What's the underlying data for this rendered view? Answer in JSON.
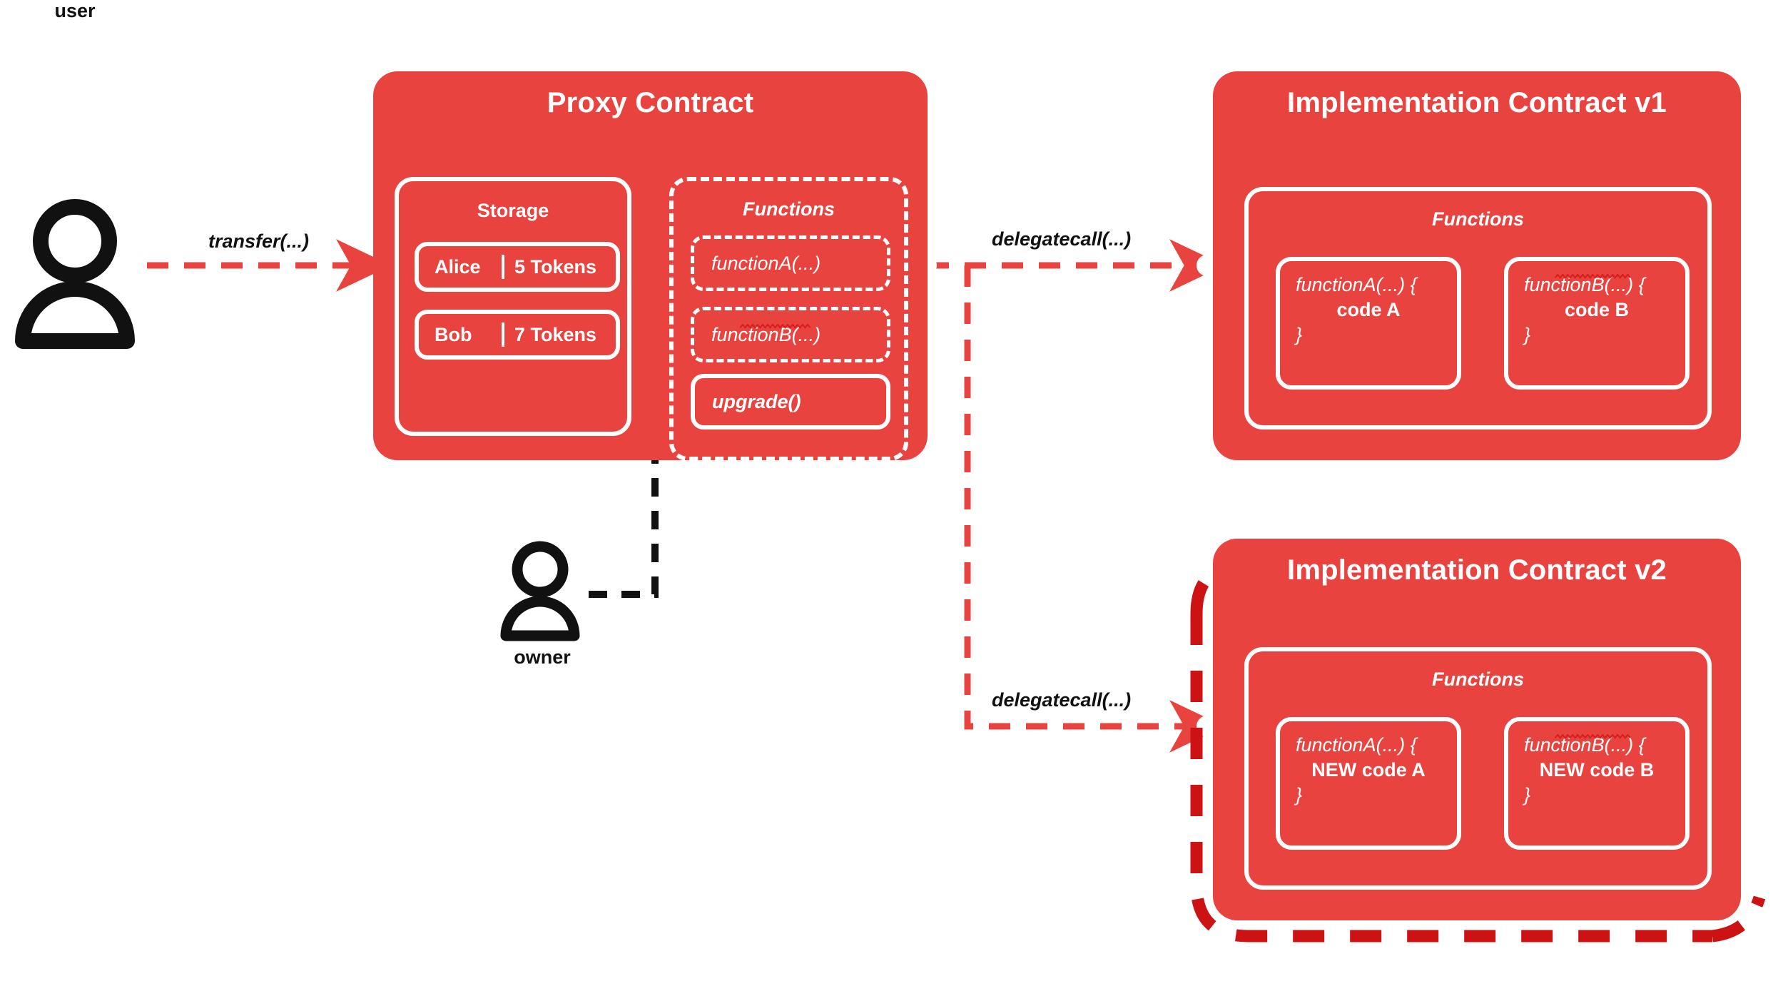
{
  "diagram": {
    "title_hidden": "",
    "colors": {
      "brand_red": "#e8433f",
      "highlight_red": "#cc1212",
      "white": "#ffffff",
      "black": "#111111",
      "background": "#ffffff"
    }
  },
  "actors": [
    {
      "id": "user",
      "label": "user",
      "icon": "person-icon"
    },
    {
      "id": "owner",
      "label": "owner",
      "icon": "person-icon"
    }
  ],
  "edges": [
    {
      "id": "transfer",
      "label": "transfer(...)",
      "from": "user",
      "to": "proxy",
      "style": "dashed-red"
    },
    {
      "id": "delegatecall-v1",
      "label": "delegatecall(...)",
      "from": "proxy",
      "to": "implementation-v1",
      "style": "dashed-red"
    },
    {
      "id": "delegatecall-v2",
      "label": "delegatecall(...)",
      "from": "proxy",
      "to": "implementation-v2",
      "style": "dashed-red"
    },
    {
      "id": "upgrade-call",
      "label": "",
      "from": "owner",
      "to": "upgrade",
      "style": "dashed-black"
    }
  ],
  "proxy": {
    "title": "Proxy Contract",
    "storage": {
      "title": "Storage",
      "rows": [
        {
          "name": "Alice",
          "value": "5 Tokens"
        },
        {
          "name": "Bob",
          "value": "7 Tokens"
        }
      ]
    },
    "functions": {
      "title": "Functions",
      "items": [
        {
          "label": "functionA(...)",
          "style": "dashed",
          "squiggle": false
        },
        {
          "label": "functionB(...)",
          "style": "dashed",
          "squiggle": true
        },
        {
          "label": "upgrade()",
          "style": "solid",
          "squiggle": false
        }
      ]
    }
  },
  "implementation_v1": {
    "title": "Implementation Contract v1",
    "functions": {
      "title": "Functions",
      "items": [
        {
          "signature": "functionA(...) {",
          "body": "code A",
          "close": "}",
          "squiggle": false
        },
        {
          "signature": "functionB(...) {",
          "body": "code B",
          "close": "}",
          "squiggle": true
        }
      ]
    }
  },
  "implementation_v2": {
    "title": "Implementation Contract v2",
    "highlighted": true,
    "functions": {
      "title": "Functions",
      "items": [
        {
          "signature": "functionA(...) {",
          "body": "NEW code A",
          "close": "}",
          "squiggle": false
        },
        {
          "signature": "functionB(...) {",
          "body": "NEW code B",
          "close": "}",
          "squiggle": true
        }
      ]
    }
  }
}
